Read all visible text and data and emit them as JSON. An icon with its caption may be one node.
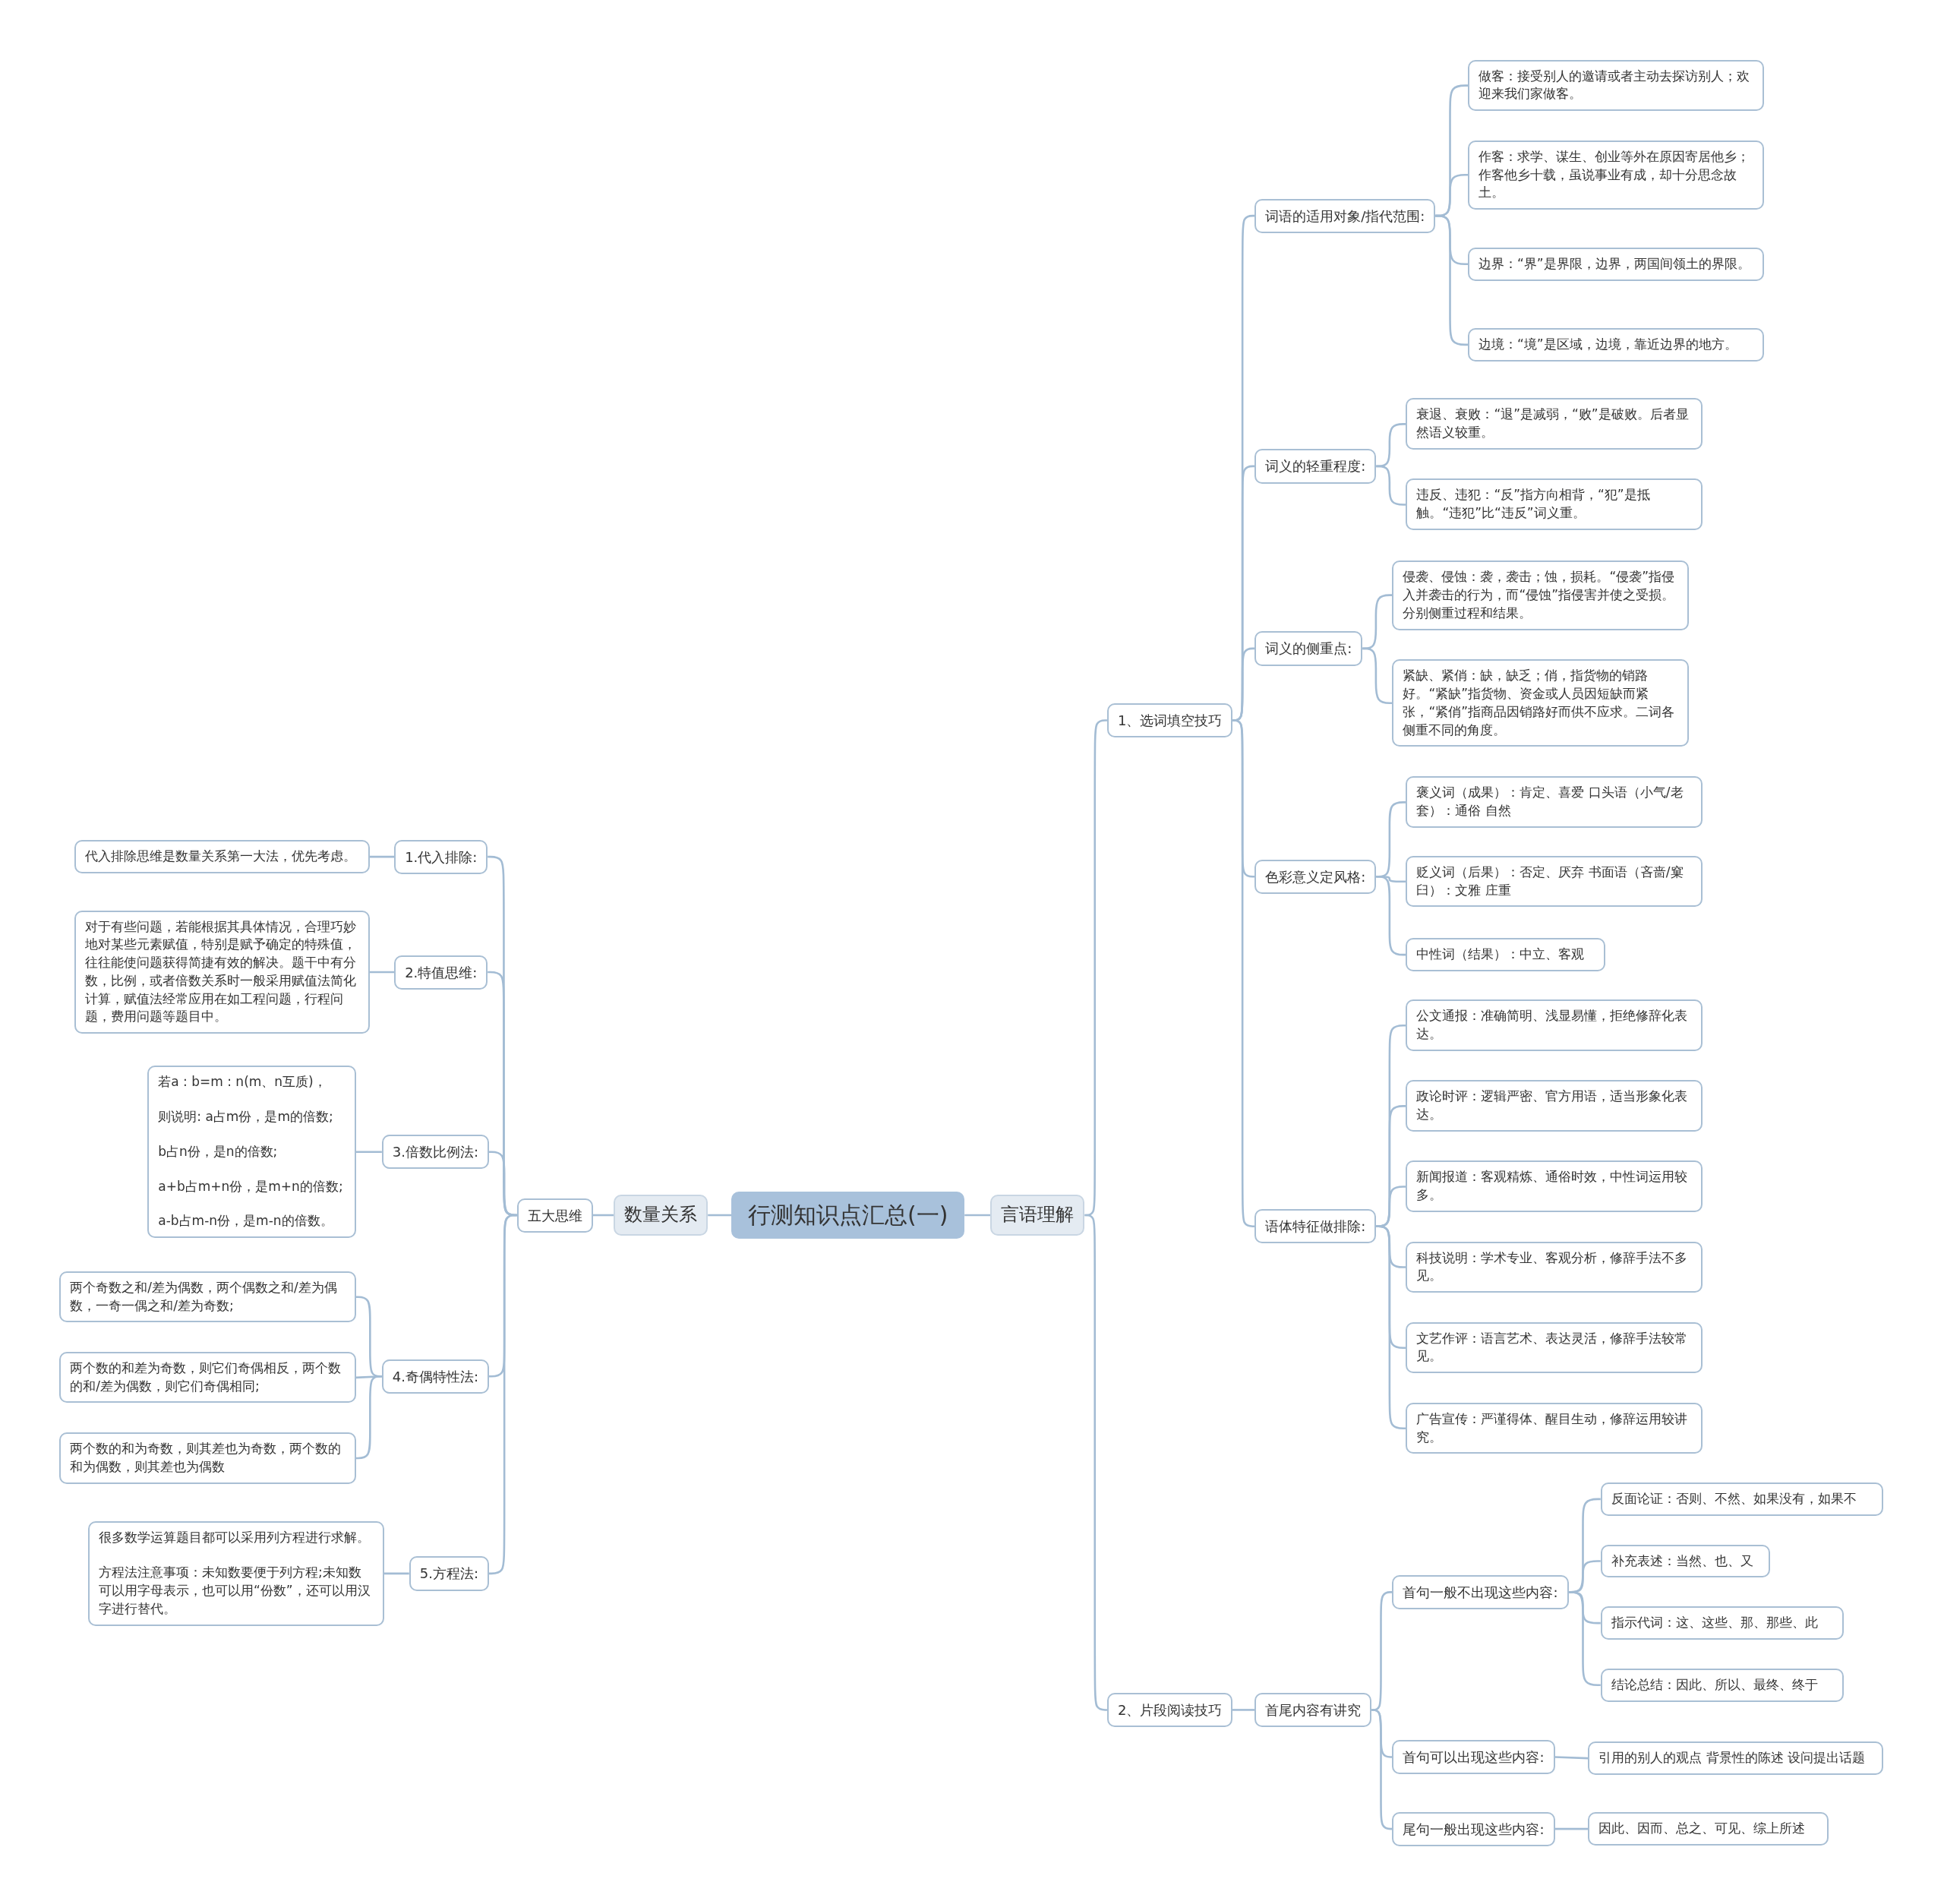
{
  "diagram": {
    "nodes": [
      {
        "text": [
          "行测知识点汇总(一)"
        ]
      },
      {
        "text": [
          "数量关系"
        ]
      },
      {
        "text": [
          "五大思维"
        ]
      },
      {
        "text": [
          "1.代入排除:"
        ]
      },
      {
        "text": [
          "代入排除思维是数量关系第一大法，优先考虑。"
        ]
      },
      {
        "text": [
          "2.特值思维:"
        ]
      },
      {
        "text": [
          "对于有些问题，若能根据其具体情况，合理巧妙地对某些元素赋值，特别是赋予确定的特殊值，往往能使问题获得简捷有效的解决。题干中有分数，比例，或者倍数关系时一般采用赋值法简化计算，赋值法经常应用在如工程问题，行程问题，费用问题等题目中。"
        ]
      },
      {
        "text": [
          "3.倍数比例法:"
        ]
      },
      {
        "text": [
          "若a : b=m : n(m、n互质)，",
          "则说明: a占m份，是m的倍数;",
          "b占n份，是n的倍数;",
          "a+b占m+n份，是m+n的倍数;",
          "a-b占m-n份，是m-n的倍数。"
        ]
      },
      {
        "text": [
          "4.奇偶特性法:"
        ]
      },
      {
        "text": [
          "两个奇数之和/差为偶数，两个偶数之和/差为偶数，一奇一偶之和/差为奇数;"
        ]
      },
      {
        "text": [
          "两个数的和差为奇数，则它们奇偶相反，两个数的和/差为偶数，则它们奇偶相同;"
        ]
      },
      {
        "text": [
          "两个数的和为奇数，则其差也为奇数，两个数的和为偶数，则其差也为偶数"
        ]
      },
      {
        "text": [
          "5.方程法:"
        ]
      },
      {
        "text": [
          "很多数学运算题目都可以采用列方程进行求解。",
          "方程法注意事项：未知数要便于列方程;未知数可以用字母表示，也可以用“份数”，还可以用汉字进行替代。"
        ]
      },
      {
        "text": [
          "言语理解"
        ]
      },
      {
        "text": [
          "1、选词填空技巧"
        ]
      },
      {
        "text": [
          "词语的适用对象/指代范围:"
        ]
      },
      {
        "text": [
          "做客：接受别人的邀请或者主动去探访别人；欢迎来我们家做客。"
        ]
      },
      {
        "text": [
          "作客：求学、谋生、创业等外在原因寄居他乡；作客他乡十载，虽说事业有成，却十分思念故土。"
        ]
      },
      {
        "text": [
          "边界：“界”是界限，边界，两国间领土的界限。"
        ]
      },
      {
        "text": [
          "边境：“境”是区域，边境，靠近边界的地方。"
        ]
      },
      {
        "text": [
          "词义的轻重程度:"
        ]
      },
      {
        "text": [
          "衰退、衰败：“退”是减弱，“败”是破败。后者显然语义较重。"
        ]
      },
      {
        "text": [
          "违反、违犯：“反”指方向相背，“犯”是抵触。“违犯”比“违反”词义重。"
        ]
      },
      {
        "text": [
          "词义的侧重点:"
        ]
      },
      {
        "text": [
          "侵袭、侵蚀：袭，袭击；蚀，损耗。“侵袭”指侵入并袭击的行为，而“侵蚀”指侵害并使之受损。分别侧重过程和结果。"
        ]
      },
      {
        "text": [
          "紧缺、紧俏：缺，缺乏；俏，指货物的销路好。“紧缺”指货物、资金或人员因短缺而紧张，“紧俏”指商品因销路好而供不应求。二词各侧重不同的角度。"
        ]
      },
      {
        "text": [
          "色彩意义定风格:"
        ]
      },
      {
        "text": [
          "褒义词（成果）：肯定、喜爱 口头语（小气/老套）：通俗 自然"
        ]
      },
      {
        "text": [
          "贬义词（后果）：否定、厌弃 书面语（吝啬/窠臼）：文雅 庄重"
        ]
      },
      {
        "text": [
          "中性词（结果）：中立、客观"
        ]
      },
      {
        "text": [
          "语体特征做排除:"
        ]
      },
      {
        "text": [
          "公文通报：准确简明、浅显易懂，拒绝修辞化表达。"
        ]
      },
      {
        "text": [
          "政论时评：逻辑严密、官方用语，适当形象化表达。"
        ]
      },
      {
        "text": [
          "新闻报道：客观精炼、通俗时效，中性词运用较多。"
        ]
      },
      {
        "text": [
          "科技说明：学术专业、客观分析，修辞手法不多见。"
        ]
      },
      {
        "text": [
          "文艺作评：语言艺术、表达灵活，修辞手法较常见。"
        ]
      },
      {
        "text": [
          "广告宣传：严谨得体、醒目生动，修辞运用较讲究。"
        ]
      },
      {
        "text": [
          "2、片段阅读技巧"
        ]
      },
      {
        "text": [
          "首尾内容有讲究"
        ]
      },
      {
        "text": [
          "首句一般不出现这些内容:"
        ]
      },
      {
        "text": [
          "反面论证：否则、不然、如果没有，如果不"
        ]
      },
      {
        "text": [
          "补充表述：当然、也、又"
        ]
      },
      {
        "text": [
          "指示代词：这、这些、那、那些、此"
        ]
      },
      {
        "text": [
          "结论总结：因此、所以、最终、终于"
        ]
      },
      {
        "text": [
          "首句可以出现这些内容:"
        ]
      },
      {
        "text": [
          "引用的别人的观点 背景性的陈述 设问提出话题"
        ]
      },
      {
        "text": [
          "尾句一般出现这些内容:"
        ]
      },
      {
        "text": [
          "因此、因而、总之、可见、综上所述"
        ]
      }
    ],
    "edges": [
      {
        "from": 0,
        "to": 1,
        "arrow": "none"
      },
      {
        "from": 1,
        "to": 2,
        "arrow": "none"
      },
      {
        "from": 2,
        "to": 3,
        "arrow": "none"
      },
      {
        "from": 3,
        "to": 4,
        "arrow": "none"
      },
      {
        "from": 2,
        "to": 5,
        "arrow": "none"
      },
      {
        "from": 5,
        "to": 6,
        "arrow": "none"
      },
      {
        "from": 2,
        "to": 7,
        "arrow": "none"
      },
      {
        "from": 7,
        "to": 8,
        "arrow": "none"
      },
      {
        "from": 2,
        "to": 9,
        "arrow": "none"
      },
      {
        "from": 9,
        "to": 10,
        "arrow": "none"
      },
      {
        "from": 9,
        "to": 11,
        "arrow": "none"
      },
      {
        "from": 9,
        "to": 12,
        "arrow": "none"
      },
      {
        "from": 2,
        "to": 13,
        "arrow": "none"
      },
      {
        "from": 13,
        "to": 14,
        "arrow": "none"
      },
      {
        "from": 0,
        "to": 15,
        "arrow": "none"
      },
      {
        "from": 15,
        "to": 16,
        "arrow": "none"
      },
      {
        "from": 16,
        "to": 17,
        "arrow": "none"
      },
      {
        "from": 17,
        "to": 18,
        "arrow": "none"
      },
      {
        "from": 17,
        "to": 19,
        "arrow": "none"
      },
      {
        "from": 17,
        "to": 20,
        "arrow": "none"
      },
      {
        "from": 17,
        "to": 21,
        "arrow": "none"
      },
      {
        "from": 16,
        "to": 22,
        "arrow": "none"
      },
      {
        "from": 22,
        "to": 23,
        "arrow": "none"
      },
      {
        "from": 22,
        "to": 24,
        "arrow": "none"
      },
      {
        "from": 16,
        "to": 25,
        "arrow": "none"
      },
      {
        "from": 25,
        "to": 26,
        "arrow": "none"
      },
      {
        "from": 25,
        "to": 27,
        "arrow": "none"
      },
      {
        "from": 16,
        "to": 28,
        "arrow": "none"
      },
      {
        "from": 28,
        "to": 29,
        "arrow": "none"
      },
      {
        "from": 28,
        "to": 30,
        "arrow": "none"
      },
      {
        "from": 28,
        "to": 31,
        "arrow": "none"
      },
      {
        "from": 16,
        "to": 32,
        "arrow": "none"
      },
      {
        "from": 32,
        "to": 33,
        "arrow": "none"
      },
      {
        "from": 32,
        "to": 34,
        "arrow": "none"
      },
      {
        "from": 32,
        "to": 35,
        "arrow": "none"
      },
      {
        "from": 32,
        "to": 36,
        "arrow": "none"
      },
      {
        "from": 32,
        "to": 37,
        "arrow": "none"
      },
      {
        "from": 32,
        "to": 38,
        "arrow": "none"
      },
      {
        "from": 15,
        "to": 39,
        "arrow": "none"
      },
      {
        "from": 39,
        "to": 40,
        "arrow": "none"
      },
      {
        "from": 40,
        "to": 41,
        "arrow": "none"
      },
      {
        "from": 41,
        "to": 42,
        "arrow": "none"
      },
      {
        "from": 41,
        "to": 43,
        "arrow": "none"
      },
      {
        "from": 41,
        "to": 44,
        "arrow": "none"
      },
      {
        "from": 41,
        "to": 45,
        "arrow": "none"
      },
      {
        "from": 40,
        "to": 46,
        "arrow": "none"
      },
      {
        "from": 46,
        "to": 47,
        "arrow": "none"
      },
      {
        "from": 40,
        "to": 48,
        "arrow": "none"
      },
      {
        "from": 48,
        "to": 49,
        "arrow": "none"
      }
    ]
  }
}
